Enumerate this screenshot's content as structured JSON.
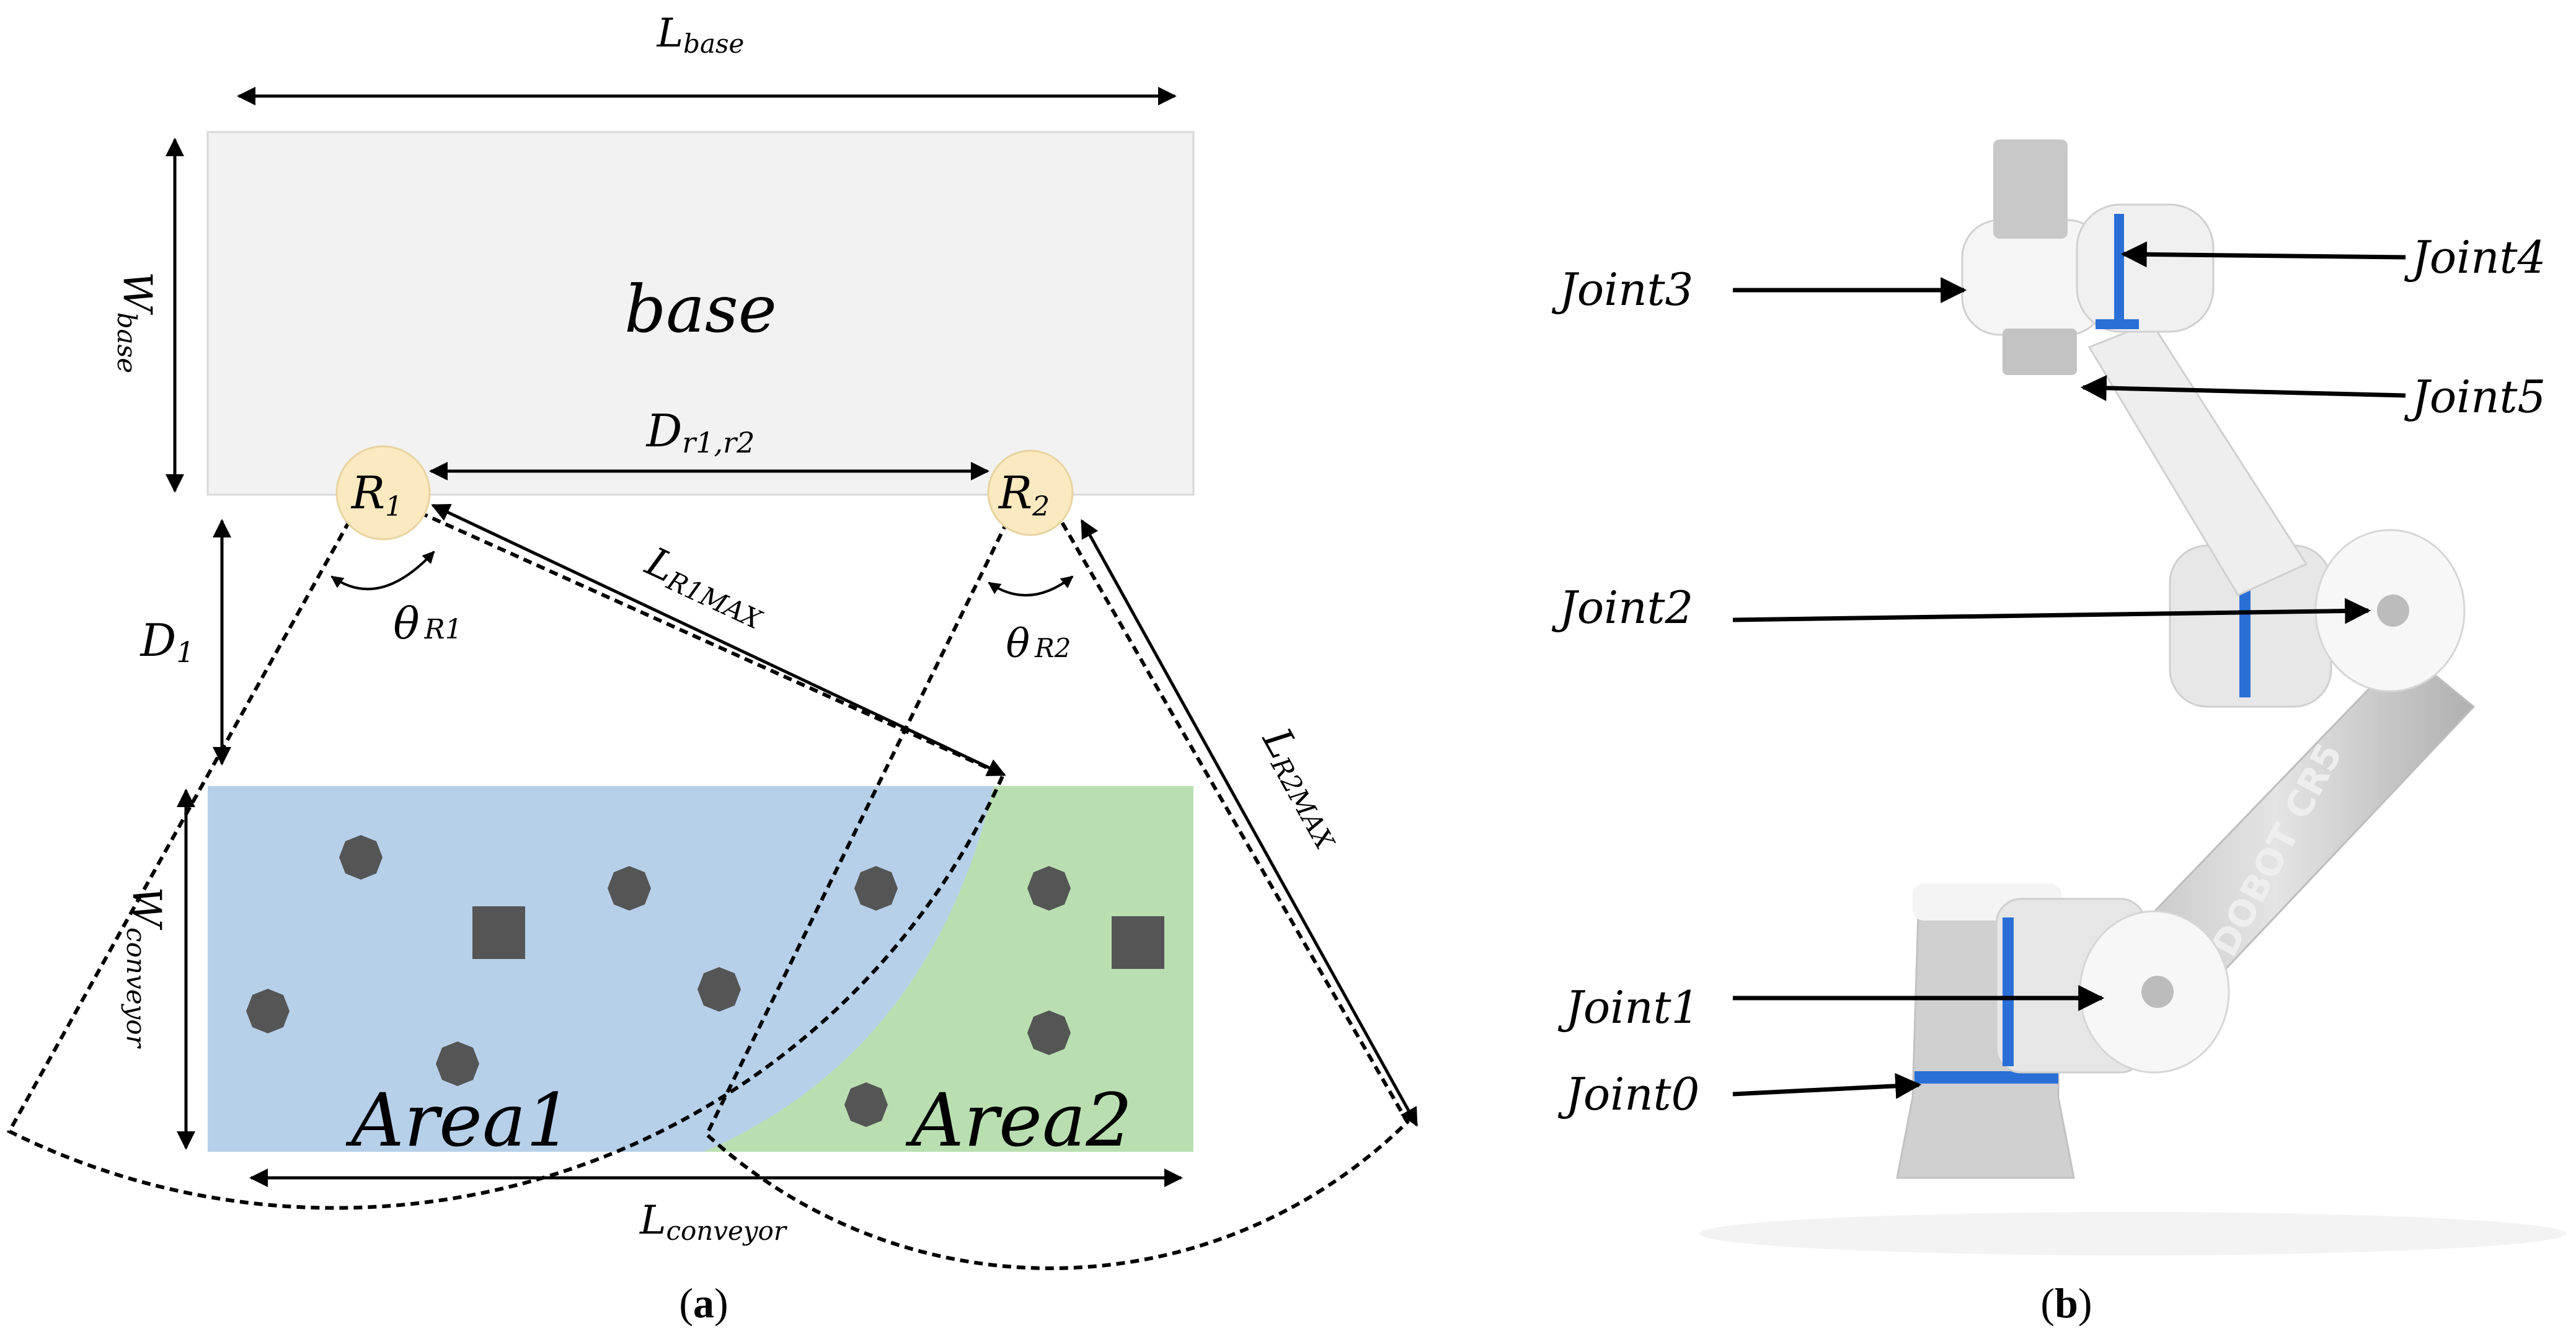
{
  "panel_a": {
    "dims": {
      "l_base_main": "L",
      "l_base_sub": "base",
      "w_base_main": "W",
      "w_base_sub": "base",
      "d_r1r2_main": "D",
      "d_r1r2_sub": "r1,r2",
      "d1_main": "D",
      "d1_sub": "1",
      "l_r1max_main": "L",
      "l_r1max_sub": "R1MAX",
      "l_r2max_main": "L",
      "l_r2max_sub": "R2MAX",
      "w_conv_main": "W",
      "w_conv_sub": "conveyor",
      "l_conv_main": "L",
      "l_conv_sub": "conveyor"
    },
    "base_label": "base",
    "robot1": {
      "main": "R",
      "sub": "1"
    },
    "robot2": {
      "main": "R",
      "sub": "2"
    },
    "theta1": {
      "main": "θ",
      "sub": "R1"
    },
    "theta2": {
      "main": "θ",
      "sub": "R2"
    },
    "area1": "Area1",
    "area2": "Area2",
    "caption": {
      "open": "(",
      "letter": "a",
      "close": ")"
    }
  },
  "panel_b": {
    "joints": {
      "j0": "Joint0",
      "j1": "Joint1",
      "j2": "Joint2",
      "j3": "Joint3",
      "j4": "Joint4",
      "j5": "Joint5"
    },
    "robot_text": "DOBOT CR5",
    "caption": {
      "open": "(",
      "letter": "b",
      "close": ")"
    }
  },
  "colors": {
    "base_fill": "#f2f2f2",
    "area1_fill": "#b7d0ea",
    "area2_fill": "#b9dfb1",
    "robot_node": "#fbe9c0",
    "part": "#555555",
    "robot_body": "#d6d6d6",
    "joint_ring": "#2a6fd6"
  }
}
